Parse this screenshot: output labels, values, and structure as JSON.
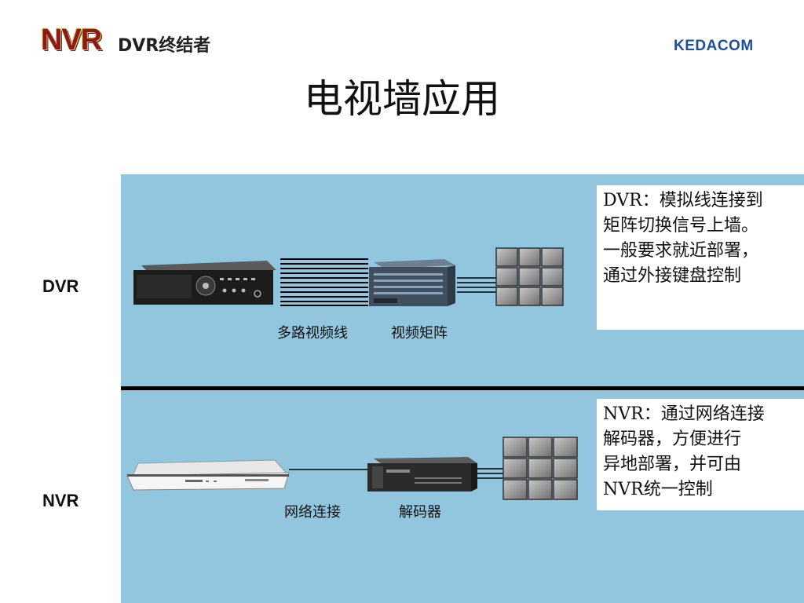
{
  "header": {
    "logo_mark": "NVR",
    "logo_text": "DVR终结者",
    "brand": "KEDACOM"
  },
  "title": "电视墙应用",
  "rows": {
    "dvr": {
      "label": "DVR",
      "captions": [
        "多路视频线",
        "视频矩阵"
      ],
      "note_lines": [
        "DVR：模拟线连接到",
        "矩阵切换信号上墙。",
        "一般要求就近部署，",
        "通过外接键盘控制"
      ]
    },
    "nvr": {
      "label": "NVR",
      "captions": [
        "网络连接",
        "解码器"
      ],
      "note_lines": [
        "NVR：通过网络连接",
        "解码器，方便进行",
        "异地部署，并可由",
        "NVR统一控制"
      ]
    }
  },
  "colors": {
    "panel": "#92c5de",
    "divider": "#000000",
    "brand": "#1b4fa0"
  }
}
